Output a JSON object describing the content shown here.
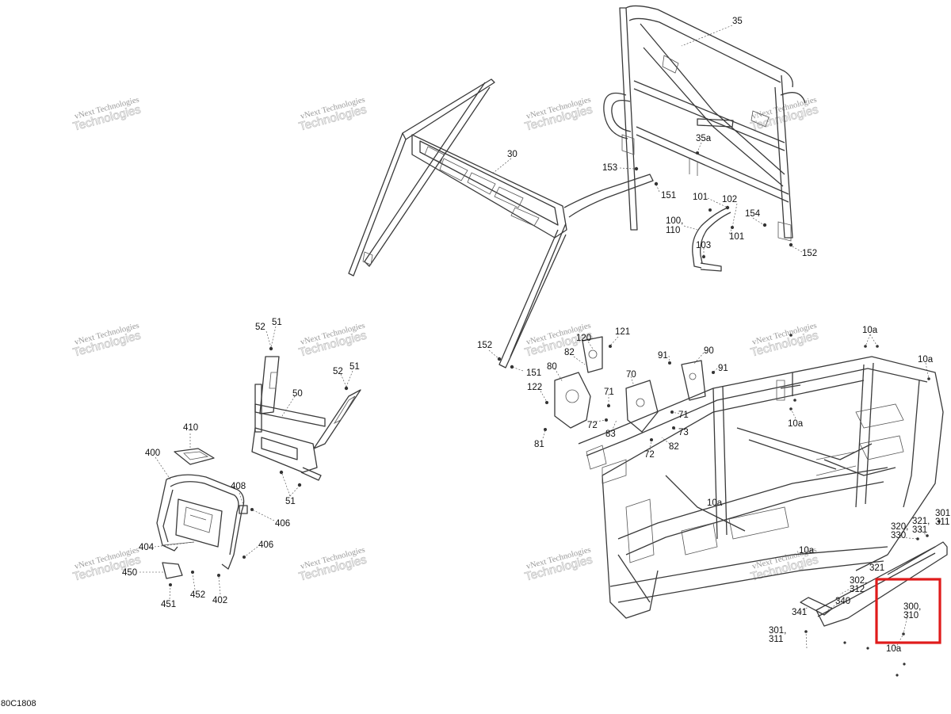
{
  "diagram": {
    "reference_code": "80C1808",
    "watermark": {
      "line1": "vNext Technologies",
      "line2": "Technologies"
    },
    "highlight_color": "#e01b1b",
    "part_labels": [
      {
        "id": "35",
        "text": "35"
      },
      {
        "id": "35a",
        "text": "35a"
      },
      {
        "id": "30",
        "text": "30"
      },
      {
        "id": "153",
        "text": "153"
      },
      {
        "id": "151a",
        "text": "151"
      },
      {
        "id": "101a",
        "text": "101"
      },
      {
        "id": "102",
        "text": "102"
      },
      {
        "id": "154",
        "text": "154"
      },
      {
        "id": "100",
        "text": "100,"
      },
      {
        "id": "110",
        "text": "110"
      },
      {
        "id": "101b",
        "text": "101"
      },
      {
        "id": "103",
        "text": "103"
      },
      {
        "id": "152a",
        "text": "152"
      },
      {
        "id": "52a",
        "text": "52"
      },
      {
        "id": "51a",
        "text": "51"
      },
      {
        "id": "52b",
        "text": "52"
      },
      {
        "id": "51b",
        "text": "51"
      },
      {
        "id": "50",
        "text": "50"
      },
      {
        "id": "51c",
        "text": "51"
      },
      {
        "id": "410",
        "text": "410"
      },
      {
        "id": "400",
        "text": "400"
      },
      {
        "id": "408",
        "text": "408"
      },
      {
        "id": "406a",
        "text": "406"
      },
      {
        "id": "406b",
        "text": "406"
      },
      {
        "id": "404",
        "text": "404"
      },
      {
        "id": "450",
        "text": "450"
      },
      {
        "id": "452",
        "text": "452"
      },
      {
        "id": "402",
        "text": "402"
      },
      {
        "id": "451",
        "text": "451"
      },
      {
        "id": "152b",
        "text": "152"
      },
      {
        "id": "151b",
        "text": "151"
      },
      {
        "id": "120",
        "text": "120"
      },
      {
        "id": "121",
        "text": "121"
      },
      {
        "id": "82a",
        "text": "82"
      },
      {
        "id": "80",
        "text": "80"
      },
      {
        "id": "122",
        "text": "122"
      },
      {
        "id": "81",
        "text": "81"
      },
      {
        "id": "91a",
        "text": "91"
      },
      {
        "id": "90",
        "text": "90"
      },
      {
        "id": "91b",
        "text": "91"
      },
      {
        "id": "70",
        "text": "70"
      },
      {
        "id": "71a",
        "text": "71"
      },
      {
        "id": "72a",
        "text": "72"
      },
      {
        "id": "83",
        "text": "83"
      },
      {
        "id": "71b",
        "text": "71"
      },
      {
        "id": "73",
        "text": "73"
      },
      {
        "id": "72b",
        "text": "72"
      },
      {
        "id": "82b",
        "text": "82"
      },
      {
        "id": "10a_1",
        "text": "10a"
      },
      {
        "id": "10a_2",
        "text": "10a"
      },
      {
        "id": "10a_3",
        "text": "10a"
      },
      {
        "id": "10a_4",
        "text": "10a"
      },
      {
        "id": "10a_5",
        "text": "10a"
      },
      {
        "id": "10a_6",
        "text": "10a"
      },
      {
        "id": "301a",
        "text": "301,"
      },
      {
        "id": "311a",
        "text": "311"
      },
      {
        "id": "320",
        "text": "320,"
      },
      {
        "id": "330",
        "text": "330"
      },
      {
        "id": "321a",
        "text": "321,"
      },
      {
        "id": "331a",
        "text": "331"
      },
      {
        "id": "321b",
        "text": "321"
      },
      {
        "id": "302",
        "text": "302,"
      },
      {
        "id": "312",
        "text": "312"
      },
      {
        "id": "340",
        "text": "340"
      },
      {
        "id": "341",
        "text": "341"
      },
      {
        "id": "300",
        "text": "300,"
      },
      {
        "id": "310",
        "text": "310"
      },
      {
        "id": "301b",
        "text": "301,"
      },
      {
        "id": "311b",
        "text": "311"
      }
    ]
  }
}
